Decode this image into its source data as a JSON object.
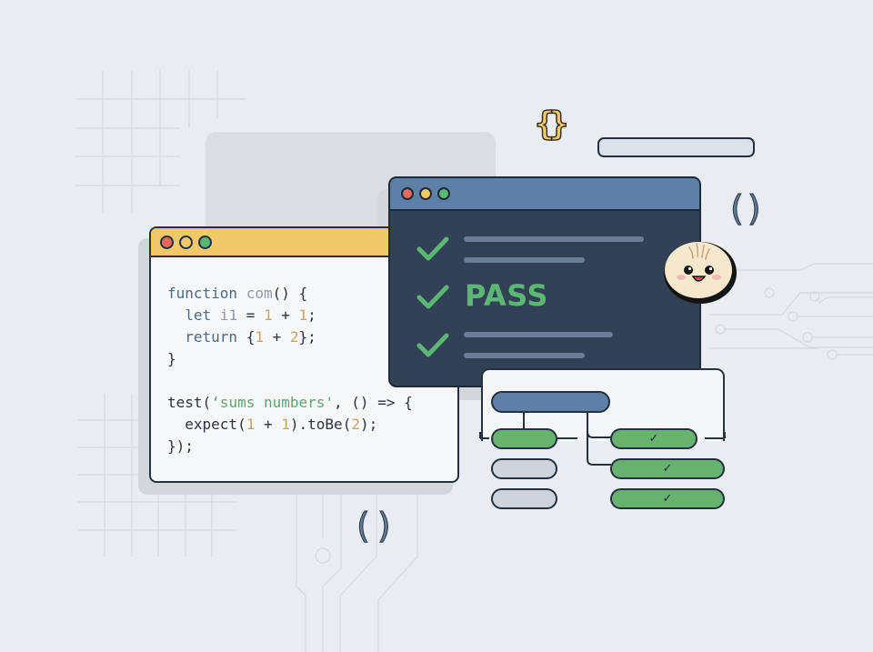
{
  "code_window": {
    "lines": [
      {
        "id": "l1",
        "parts": [
          [
            "kw",
            "function"
          ],
          [
            "p",
            " "
          ],
          [
            "fn-faded",
            "com"
          ],
          [
            "p",
            "() {"
          ]
        ]
      },
      {
        "id": "l2",
        "parts": [
          [
            "p",
            "  "
          ],
          [
            "kw",
            "let"
          ],
          [
            "p",
            " "
          ],
          [
            "var-faded",
            "i1"
          ],
          [
            "p",
            " = "
          ],
          [
            "num",
            "1"
          ],
          [
            "p",
            " + "
          ],
          [
            "num",
            "1"
          ],
          [
            "p",
            ";"
          ]
        ]
      },
      {
        "id": "l3",
        "parts": [
          [
            "p",
            "  "
          ],
          [
            "kw",
            "return"
          ],
          [
            "p",
            " {"
          ],
          [
            "num",
            "1"
          ],
          [
            "p",
            " + "
          ],
          [
            "num",
            "2"
          ],
          [
            "p",
            "};"
          ]
        ]
      },
      {
        "id": "l4",
        "parts": [
          [
            "p",
            "}"
          ]
        ]
      },
      {
        "id": "l5",
        "parts": [
          [
            "p",
            ""
          ]
        ]
      },
      {
        "id": "l6",
        "parts": [
          [
            "p",
            "test("
          ],
          [
            "str",
            "‘sums numbers'"
          ],
          [
            "p",
            ", () => {"
          ]
        ]
      },
      {
        "id": "l7",
        "parts": [
          [
            "p",
            "  expect("
          ],
          [
            "num",
            "1"
          ],
          [
            "p",
            " + "
          ],
          [
            "num",
            "1"
          ],
          [
            "p",
            ").toBe("
          ],
          [
            "num",
            "2"
          ],
          [
            "p",
            ");"
          ]
        ]
      },
      {
        "id": "l8",
        "parts": [
          [
            "p",
            "});"
          ]
        ]
      }
    ]
  },
  "test_runner": {
    "status_label": "PASS",
    "checks": 3
  },
  "decor": {
    "braces": "{}",
    "parens_right": "()",
    "parens_bottom": "()",
    "tick": "✓"
  },
  "colors": {
    "background": "#e9ecf0",
    "accent_yellow": "#f1c96a",
    "accent_blue": "#5f80a6",
    "pass_green": "#5cb774",
    "dark_panel": "#334156"
  }
}
